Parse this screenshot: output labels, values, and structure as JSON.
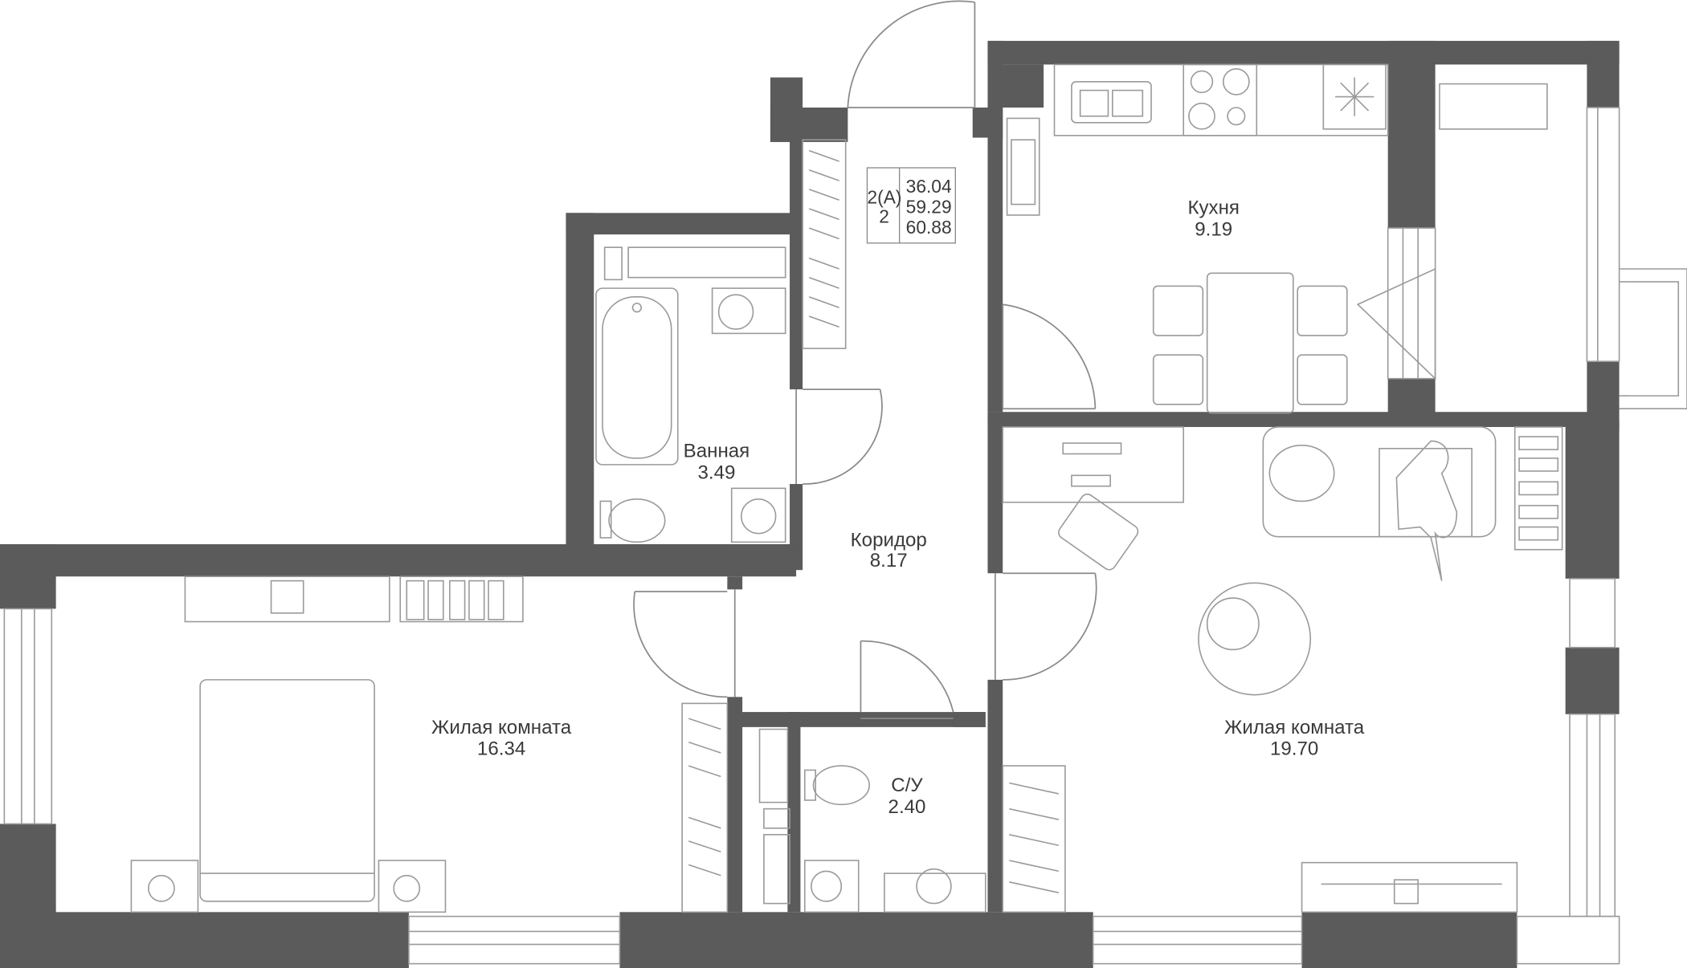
{
  "apartment": {
    "type": "2(A)",
    "rooms": "2",
    "area_living": "36.04",
    "area_total": "59.29",
    "area_with_balcony": "60.88"
  },
  "rooms": {
    "kitchen": {
      "name": "Кухня",
      "area": "9.19"
    },
    "bathroom": {
      "name": "Ванная",
      "area": "3.49"
    },
    "corridor": {
      "name": "Коридор",
      "area": "8.17"
    },
    "wc": {
      "name": "С/У",
      "area": "2.40"
    },
    "bedroom": {
      "name": "Жилая комната",
      "area": "16.34"
    },
    "living": {
      "name": "Жилая комната",
      "area": "19.70"
    }
  },
  "colors": {
    "wall": "#5b5b5b",
    "line": "#9a9a9a",
    "text": "#3a3a3a"
  }
}
